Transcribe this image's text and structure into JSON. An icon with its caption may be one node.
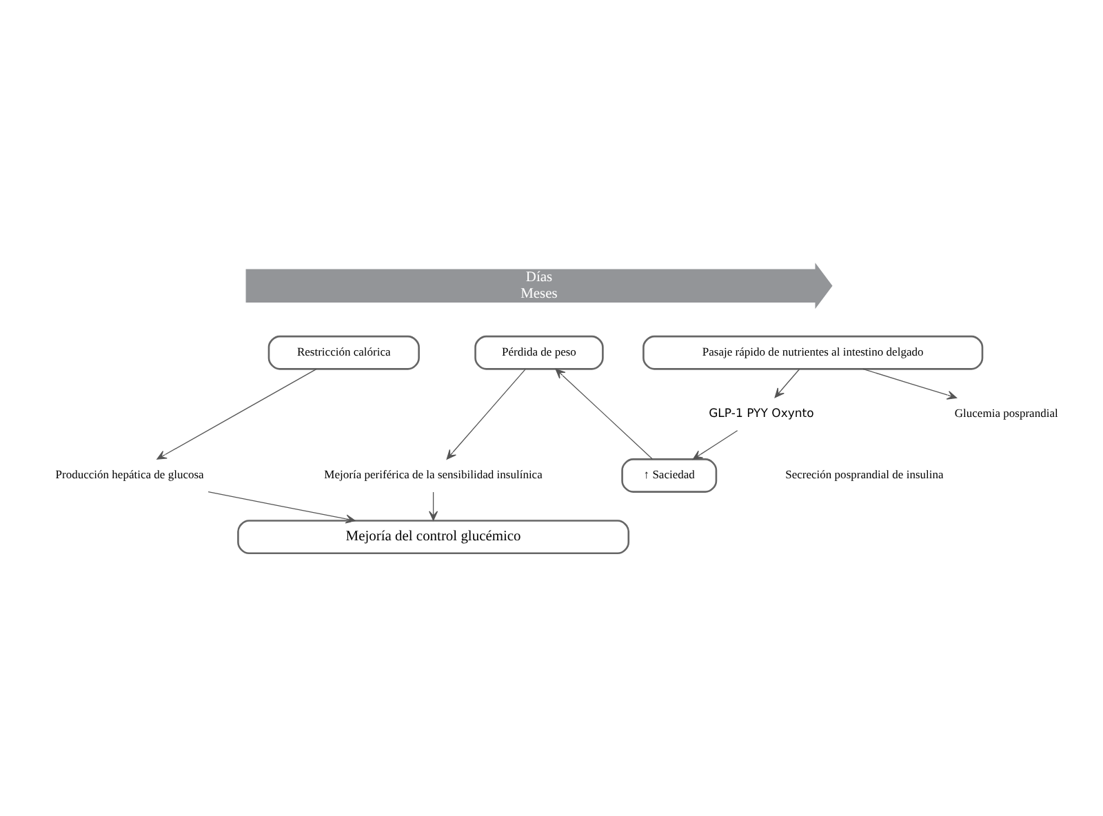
{
  "diagram": {
    "nodes": [
      {
        "text": [
          "Días",
          "Meses"
        ]
      },
      {
        "text": [
          "Restricción calórica"
        ]
      },
      {
        "text": [
          "Pasaje rápido de nutrientes al intestino delgado"
        ]
      },
      {
        "text": [
          "Pérdida de peso"
        ]
      },
      {
        "text": [
          "↑ Saciedad"
        ]
      },
      {
        "text": [
          "GLP-1 PYY Oxynto"
        ]
      },
      {
        "text": [
          "Producción hepática de glucosa"
        ]
      },
      {
        "text": [
          "Secreción posprandial de insulina"
        ]
      },
      {
        "text": [
          "Mejoría periférica de la sensibilidad insulínica"
        ]
      },
      {
        "text": [
          "Glucemia posprandial"
        ]
      },
      {
        "text": [
          "Mejoría del control glucémico"
        ]
      }
    ],
    "edges": [
      {
        "from": 1,
        "to": 6,
        "arrow": "to"
      },
      {
        "from": 2,
        "to": 5,
        "arrow": "to"
      },
      {
        "from": 2,
        "to": 9,
        "arrow": "to"
      },
      {
        "from": 5,
        "to": 4,
        "arrow": "to"
      },
      {
        "from": 4,
        "to": 3,
        "arrow": "to"
      },
      {
        "from": 3,
        "to": 8,
        "arrow": "to"
      },
      {
        "from": 6,
        "to": 10,
        "arrow": "to"
      },
      {
        "from": 8,
        "to": 10,
        "arrow": "to"
      }
    ]
  }
}
